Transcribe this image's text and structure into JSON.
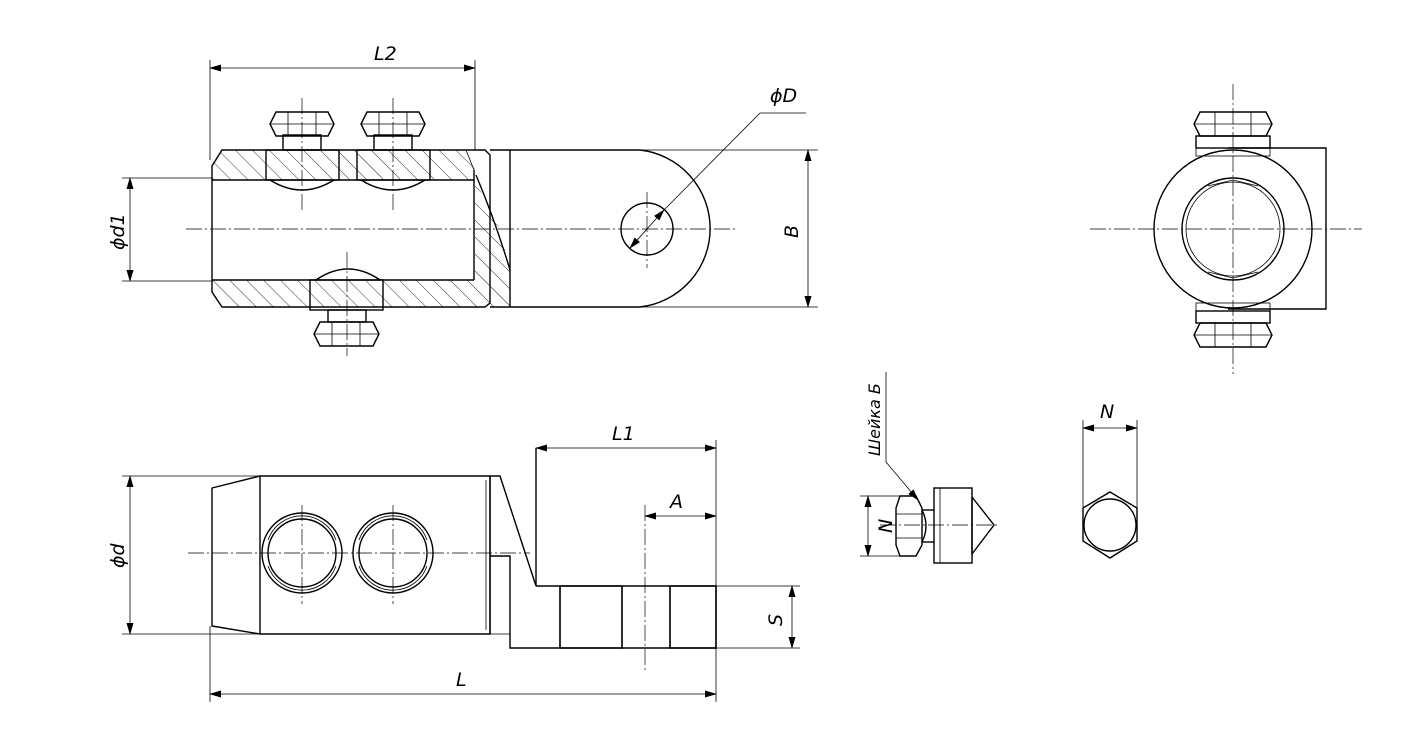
{
  "dimensions": {
    "l2": "L2",
    "phi_d_cap": "ϕD",
    "b": "B",
    "phi_d1": "ϕd1",
    "l1": "L1",
    "a": "A",
    "phi_d": "ϕd",
    "s": "S",
    "l": "L",
    "n_bolt": "N",
    "n_hex": "N"
  },
  "callouts": {
    "neck": "Шейка Б"
  },
  "colors": {
    "line": "#000000",
    "background": "#ffffff"
  }
}
